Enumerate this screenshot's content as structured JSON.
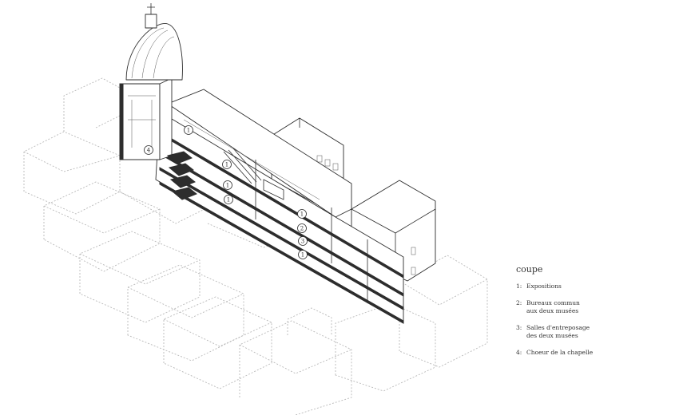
{
  "legend": {
    "title": "coupe",
    "items": [
      {
        "num": "1:",
        "text": "Expositions"
      },
      {
        "num": "2:",
        "text": "Bureaux commun\naux deux musées"
      },
      {
        "num": "3:",
        "text": "Salles d'entreposage\ndes deux musées"
      },
      {
        "num": "4:",
        "text": "Choeur de la chapelle"
      }
    ]
  },
  "markers": {
    "m1": "1",
    "m2": "4",
    "m3": "1",
    "m4": "1",
    "m5": "1",
    "m6": "2",
    "m7": "3",
    "m8": "1"
  },
  "colors": {
    "line": "#2d2d2d",
    "context": "#b9b9b9"
  }
}
